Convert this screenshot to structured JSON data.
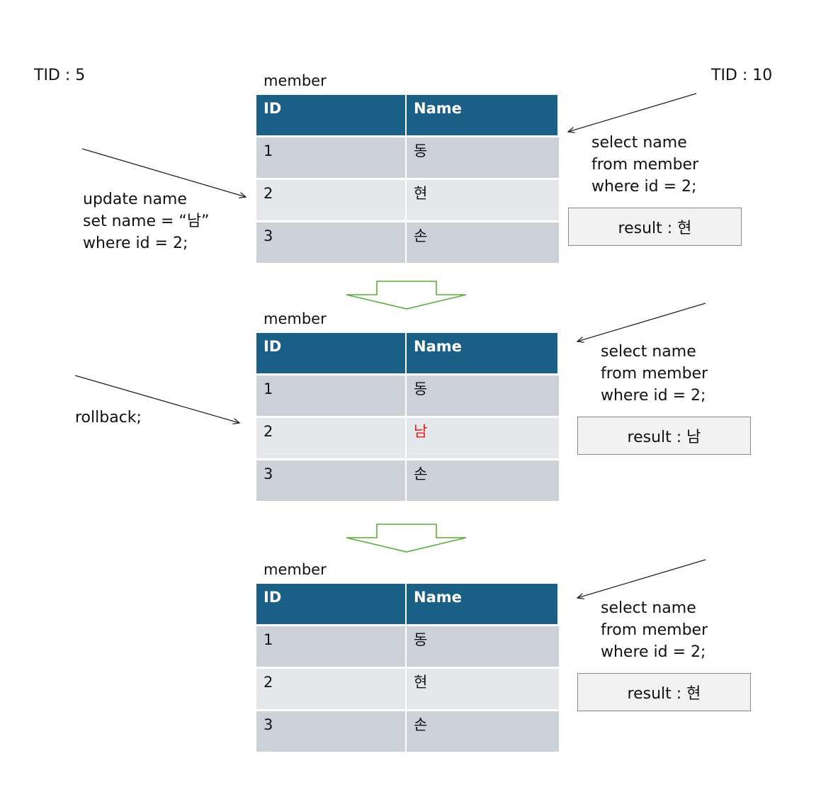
{
  "left_tid": "TID : 5",
  "right_tid": "TID : 10",
  "update_sql": [
    "update name",
    "set name = “남”",
    "where id = 2;"
  ],
  "rollback_sql": "rollback;",
  "select_sql": [
    "select name",
    "from member",
    "where id = 2;"
  ],
  "tables": [
    {
      "caption": "member",
      "headers": [
        "ID",
        "Name"
      ],
      "rows": [
        [
          "1",
          "동"
        ],
        [
          "2",
          "현"
        ],
        [
          "3",
          "손"
        ]
      ],
      "result": "result :  현"
    },
    {
      "caption": "member",
      "headers": [
        "ID",
        "Name"
      ],
      "rows": [
        [
          "1",
          "동"
        ],
        [
          "2",
          "남"
        ],
        [
          "3",
          "손"
        ]
      ],
      "highlight_color": "#e02020",
      "result": "result :  남"
    },
    {
      "caption": "member",
      "headers": [
        "ID",
        "Name"
      ],
      "rows": [
        [
          "1",
          "동"
        ],
        [
          "2",
          "현"
        ],
        [
          "3",
          "손"
        ]
      ],
      "result": "result :  현"
    }
  ],
  "colors": {
    "header_bg": "#1a5f85",
    "row_dark": "#ccd1d8",
    "row_light": "#e5e8eb",
    "flow_arrow": "#5aae3a",
    "result_bg": "#f2f2f2"
  }
}
